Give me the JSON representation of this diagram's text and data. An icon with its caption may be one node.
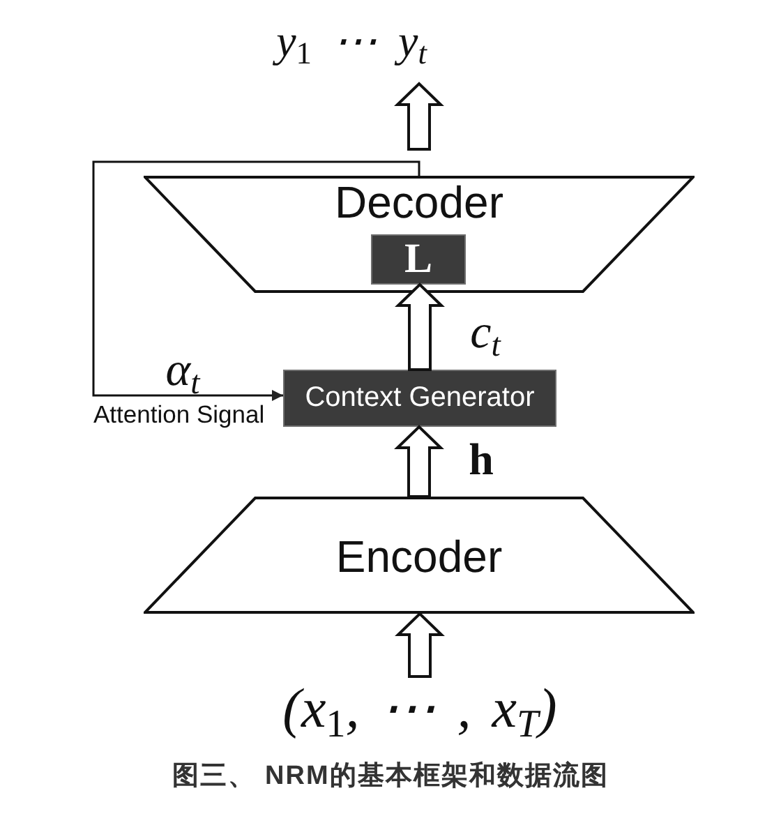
{
  "diagram": {
    "caption": "图三、 NRM的基本框架和数据流图",
    "nodes": [
      {
        "text": [
          "y$_{1}$ ⋯ y$_{t}$"
        ]
      },
      {
        "text": [
          "Decoder"
        ]
      },
      {
        "text": [
          "L"
        ],
        "in": 1
      },
      {
        "text": [
          "Context Generator"
        ]
      },
      {
        "text": [
          "Encoder"
        ]
      },
      {
        "text": [
          "(x$_{1}$, ⋯ , x$_{T}$)"
        ]
      }
    ],
    "edges": [
      {
        "from": 5,
        "to": 4,
        "arrow": "to"
      },
      {
        "from": 4,
        "to": 3,
        "arrow": "to",
        "label": "h"
      },
      {
        "from": 3,
        "to": 2,
        "arrow": "to",
        "label": "c$_{t}$"
      },
      {
        "from": 1,
        "to": 0,
        "arrow": "to"
      },
      {
        "from": 1,
        "to": 3,
        "arrow": "to",
        "label": "α$_{t}$"
      }
    ],
    "labels": [
      "Attention Signal"
    ]
  }
}
